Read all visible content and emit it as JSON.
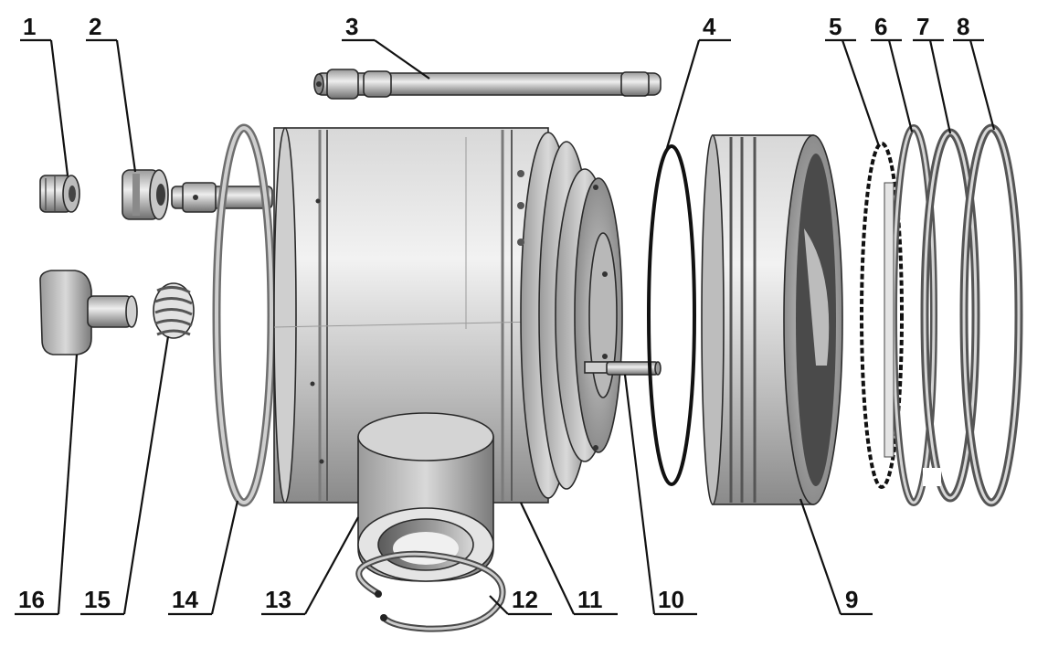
{
  "diagram": {
    "callouts": [
      {
        "id": "c1",
        "text": "1"
      },
      {
        "id": "c2",
        "text": "2"
      },
      {
        "id": "c3",
        "text": "3"
      },
      {
        "id": "c4",
        "text": "4"
      },
      {
        "id": "c5",
        "text": "5"
      },
      {
        "id": "c6",
        "text": "6"
      },
      {
        "id": "c7",
        "text": "7"
      },
      {
        "id": "c8",
        "text": "8"
      },
      {
        "id": "c9",
        "text": "9"
      },
      {
        "id": "c10",
        "text": "10"
      },
      {
        "id": "c11",
        "text": "11"
      },
      {
        "id": "c12",
        "text": "12"
      },
      {
        "id": "c13",
        "text": "13"
      },
      {
        "id": "c14",
        "text": "14"
      },
      {
        "id": "c15",
        "text": "15"
      },
      {
        "id": "c16",
        "text": "16"
      }
    ]
  },
  "colors": {
    "metal_light": "#e6e6e6",
    "metal_mid": "#b5b5b5",
    "metal_dark": "#6e6e6e",
    "outline": "#2a2a2a",
    "ink": "#111111"
  }
}
